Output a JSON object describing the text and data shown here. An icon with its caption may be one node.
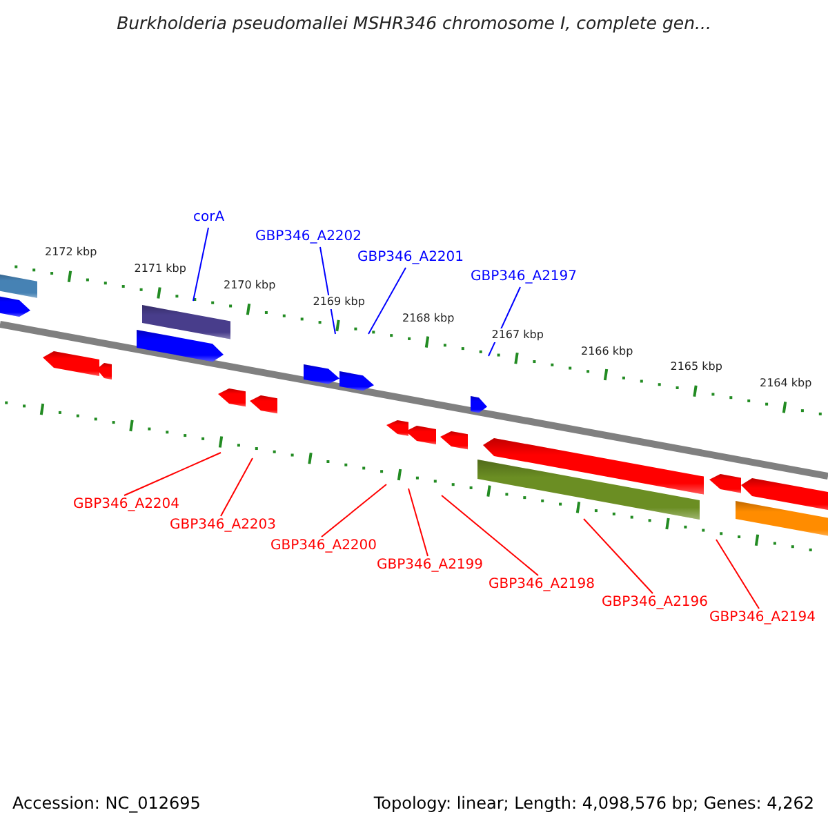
{
  "diagram": {
    "title": "Burkholderia pseudomallei MSHR346 chromosome I, complete gen...",
    "nodes": [
      {
        "text": [
          "corA"
        ]
      },
      {
        "text": [
          "GBP346_A2202"
        ]
      },
      {
        "text": [
          "GBP346_A2201"
        ]
      },
      {
        "text": [
          "GBP346_A2197"
        ]
      },
      {
        "text": [
          "GBP346_A2204"
        ]
      },
      {
        "text": [
          "GBP346_A2203"
        ]
      },
      {
        "text": [
          "GBP346_A2200"
        ]
      },
      {
        "text": [
          "GBP346_A2199"
        ]
      },
      {
        "text": [
          "GBP346_A2198"
        ]
      },
      {
        "text": [
          "GBP346_A2196"
        ]
      },
      {
        "text": [
          "GBP346_A2194"
        ]
      }
    ],
    "edges": [
      {
        "from": 0,
        "to": null,
        "arrow": "none",
        "color": "#0000ff"
      },
      {
        "from": 1,
        "to": null,
        "arrow": "none",
        "color": "#0000ff"
      },
      {
        "from": 2,
        "to": null,
        "arrow": "none",
        "color": "#0000ff"
      },
      {
        "from": 3,
        "to": null,
        "arrow": "none",
        "color": "#0000ff"
      },
      {
        "from": 4,
        "to": null,
        "arrow": "none"
      },
      {
        "from": 5,
        "to": null,
        "arrow": "none"
      },
      {
        "from": 6,
        "to": null,
        "arrow": "none"
      },
      {
        "from": 7,
        "to": null,
        "arrow": "none"
      },
      {
        "from": 8,
        "to": null,
        "arrow": "none"
      },
      {
        "from": 9,
        "to": null,
        "arrow": "none"
      },
      {
        "from": 10,
        "to": null,
        "arrow": "none"
      }
    ],
    "labels": [
      "2172 kbp",
      "2171 kbp",
      "2170 kbp",
      "2169 kbp",
      "2168 kbp",
      "2167 kbp",
      "2166 kbp",
      "2165 kbp",
      "2164 kbp",
      "Accession: NC_012695",
      "Topology: linear; Length: 4,098,576 bp; Genes: 4,262"
    ]
  }
}
